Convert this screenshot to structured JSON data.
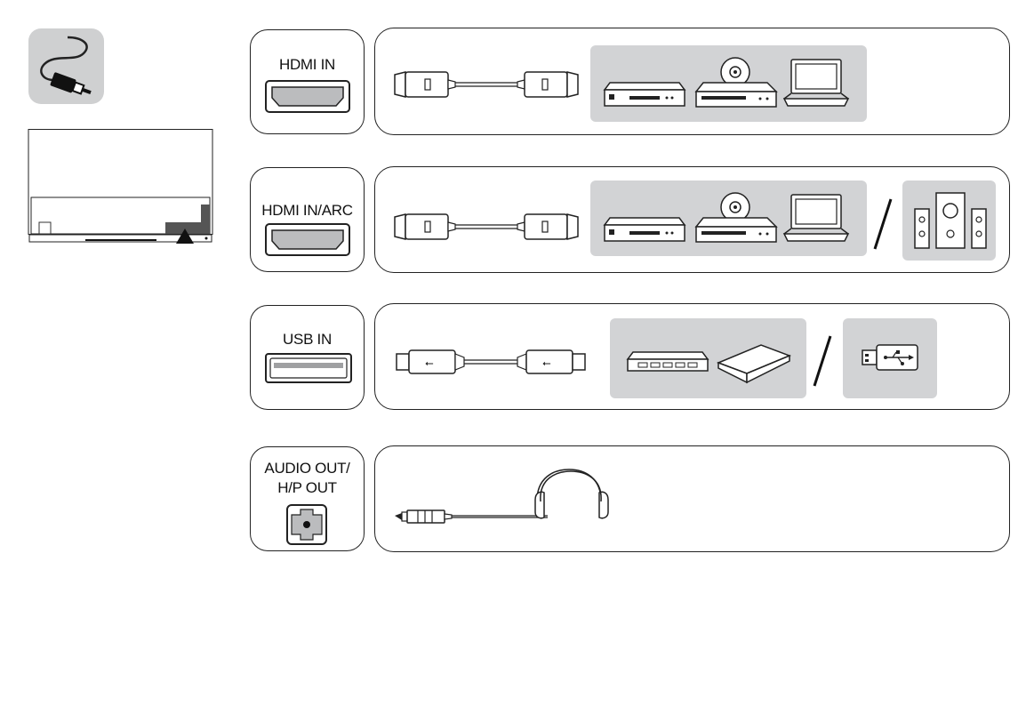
{
  "ports": [
    {
      "id": "hdmi-in",
      "label_lines": [
        "HDMI IN"
      ]
    },
    {
      "id": "hdmi-arc",
      "label_lines": [
        "HDMI  IN/ARC"
      ]
    },
    {
      "id": "usb-in",
      "label_lines": [
        "USB IN"
      ]
    },
    {
      "id": "audio-out",
      "label_lines": [
        "AUDIO OUT/",
        "H/P OUT"
      ]
    }
  ],
  "icons": {
    "cable": "cable-plug-icon",
    "tv": "tv-rear-panel-icon",
    "hdmi_cable": "hdmi-cable-icon",
    "usb_cable": "usb-cable-icon",
    "audio_cable": "audio-jack-cable-icon",
    "devices": [
      "set-top-box-icon",
      "disc-player-icon",
      "laptop-icon",
      "speakers-icon",
      "external-hdd-icon",
      "usb-drive-icon",
      "headphones-icon"
    ]
  },
  "colors": {
    "panel": "#d2d3d5",
    "line": "#222222"
  }
}
